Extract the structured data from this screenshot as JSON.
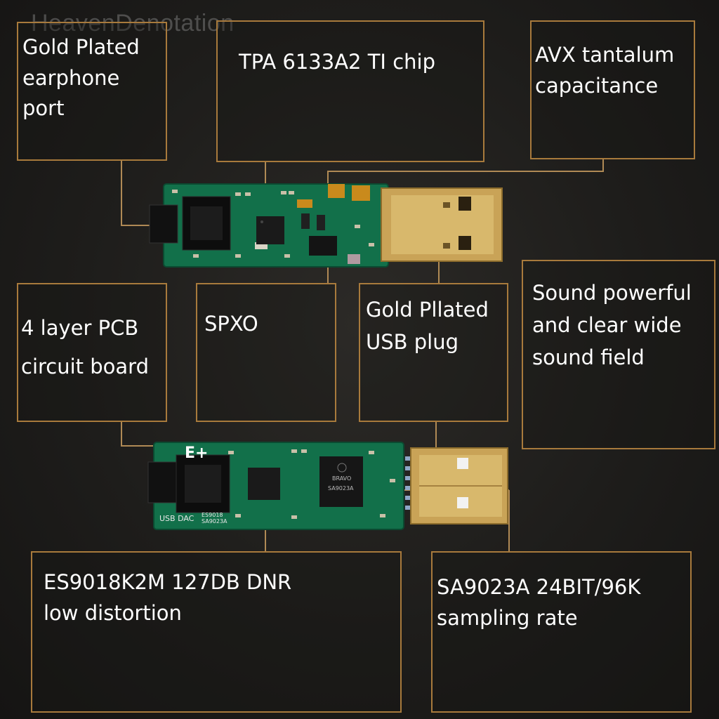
{
  "watermark": "HeavenDenotation",
  "callouts": {
    "earphone_port": [
      "Gold Plated",
      "earphone",
      "port"
    ],
    "tpa_chip": [
      "TPA 6133A2 TI chip"
    ],
    "avx_tantalum": [
      "AVX tantalum",
      "capacitance"
    ],
    "pcb": [
      "4 layer PCB",
      "circuit board"
    ],
    "spxo": [
      "SPXO"
    ],
    "usb_plug": [
      "Gold Pllated",
      "USB plug"
    ],
    "sound": [
      "Sound powerful",
      "and clear wide",
      "sound field"
    ],
    "es9018": [
      "ES9018K2M 127DB DNR",
      "low distortion"
    ],
    "sa9023": [
      "SA9023A 24BIT/96K",
      "sampling rate"
    ]
  },
  "board_markings": {
    "logo": "E+",
    "usb_dac": "USB DAC",
    "chips": [
      "ES9018",
      "SA9023A"
    ],
    "bravo": "BRAVO",
    "sa_chip": "SA9023A"
  },
  "colors": {
    "frame": "#a87a3c",
    "pcb": "#12704a",
    "gold": "#c9a357"
  }
}
